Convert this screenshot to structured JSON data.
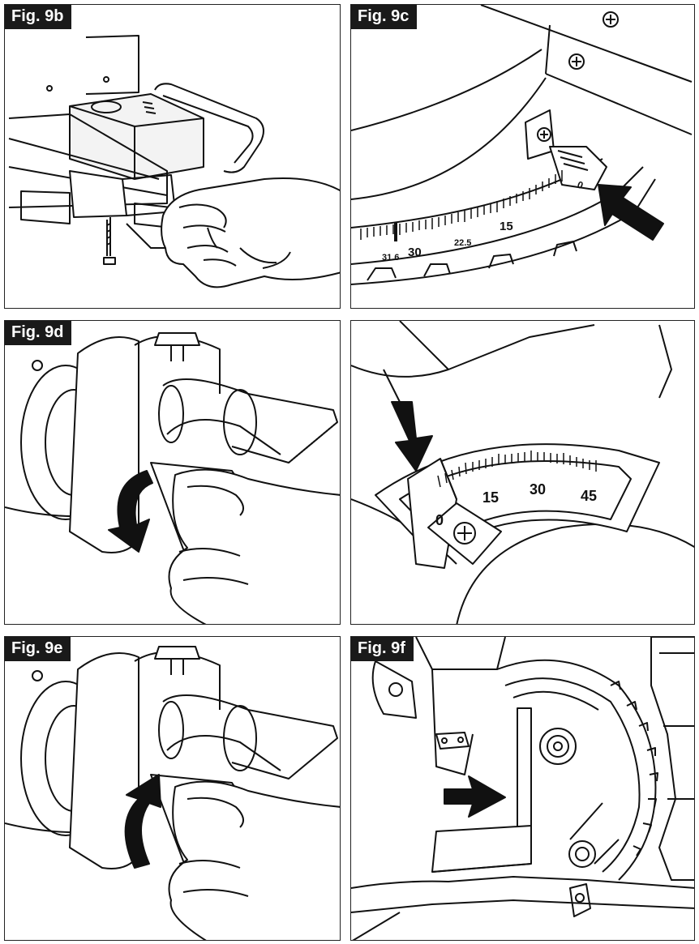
{
  "figures": [
    {
      "label": "Fig. 9b"
    },
    {
      "label": "Fig. 9c",
      "scale_marks": [
        "31.6",
        "30",
        "22.5",
        "15",
        "0"
      ]
    },
    {
      "label": "Fig. 9d"
    },
    {
      "label": "",
      "scale_marks": [
        "0",
        "15",
        "30",
        "45"
      ]
    },
    {
      "label": "Fig. 9e"
    },
    {
      "label": "Fig. 9f"
    }
  ],
  "colors": {
    "ink": "#111111",
    "label_bg": "#1a1a1a",
    "label_text": "#ffffff"
  }
}
